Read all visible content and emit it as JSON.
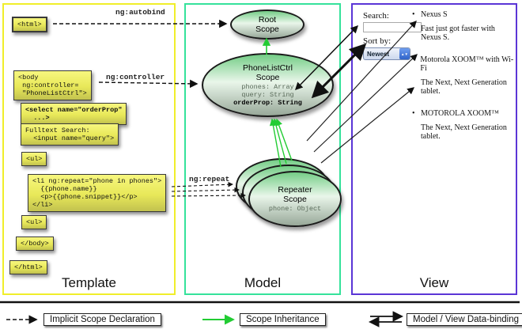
{
  "panels": {
    "template": {
      "label": "Template"
    },
    "model": {
      "label": "Model"
    },
    "view": {
      "label": "View"
    }
  },
  "template_code": {
    "html_open": "<html>",
    "body_open": "<body\n ng:controller=\n \"PhoneListCtrl\">",
    "select_box": "<select name=\"orderProp\"\n  ...>",
    "fulltext_box": "Fulltext Search:\n  <input name=\"query\">",
    "ul_open": "<ul>",
    "li_repeat": "<li ng:repeat=\"phone in phones\">\n  {{phone.name}}\n  <p>{{phone.snippet}}</p>\n</li>",
    "ul_close": "<ul>",
    "body_close": "</body>",
    "html_close": "</html>"
  },
  "annotations": {
    "autobind": "ng:autobind",
    "controller": "ng:controller",
    "repeat": "ng:repeat"
  },
  "scopes": {
    "root": {
      "title": "Root\nScope"
    },
    "phonelist": {
      "title": "PhoneListCtrl\nScope",
      "props": "phones: Array\nquery: String",
      "bold_prop": "orderProp: String"
    },
    "repeater": {
      "title": "Repeater\nScope",
      "prop": "phone: Object"
    }
  },
  "view": {
    "search_label": "Search:",
    "sort_label": "Sort by:",
    "sort_value": "Newest",
    "stepper_glyphs": "▲▼",
    "bullet": "•",
    "items": [
      {
        "title": "Nexus S",
        "desc": "Fast just got faster with Nexus S."
      },
      {
        "title": "Motorola XOOM™ with Wi-Fi",
        "desc": "The Next, Next Generation tablet."
      },
      {
        "title": "MOTOROLA XOOM™",
        "desc": "The Next, Next Generation tablet."
      }
    ]
  },
  "legend": {
    "implicit": "Implicit Scope Declaration",
    "inheritance": "Scope Inheritance",
    "binding": "Model / View Data-binding"
  },
  "colors": {
    "template_border": "#F0EE2A",
    "model_border": "#35E29B",
    "view_border": "#5B35D6",
    "scope_green": "#74CD86",
    "arrow_green": "#22CC33",
    "code_yellow": "#F7F77E"
  }
}
